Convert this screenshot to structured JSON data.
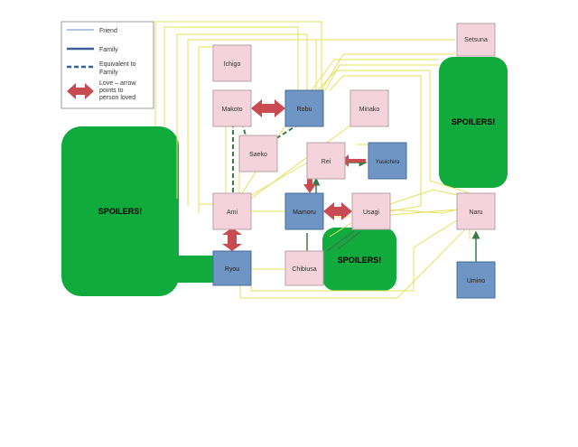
{
  "legend": {
    "friend": "Friend",
    "family": "Family",
    "equivalent_1": "Equivalent to",
    "equivalent_2": "Family",
    "love_1": "Love – arrow",
    "love_2": "points to",
    "love_3": "person loved"
  },
  "spoilers": {
    "left": "SPOILERS!",
    "right": "SPOILERS!",
    "center": "SPOILERS!"
  },
  "people": {
    "ichigo": "Ichigo",
    "makoto": "Makoto",
    "robu": "Robu",
    "minako": "Minako",
    "saeko": "Saeko",
    "rei": "Rei",
    "yuuichiro": "Yuuichiro",
    "ami": "Ami",
    "mamoru": "Mamoru",
    "usagi": "Usagi",
    "ryou": "Ryou",
    "chibiusa": "Chibiusa",
    "setsuna": "Setsuna",
    "naru": "Naru",
    "umino": "Umino"
  },
  "colors": {
    "female_fill": "#f5d3dc",
    "male_fill": "#6f95c4",
    "spoiler_green": "#10ab3c",
    "friend_line": "#e8e05a",
    "family_line": "#3a7a48",
    "equivalent_line": "#3a7a48",
    "love_arrow": "#c94b52"
  }
}
